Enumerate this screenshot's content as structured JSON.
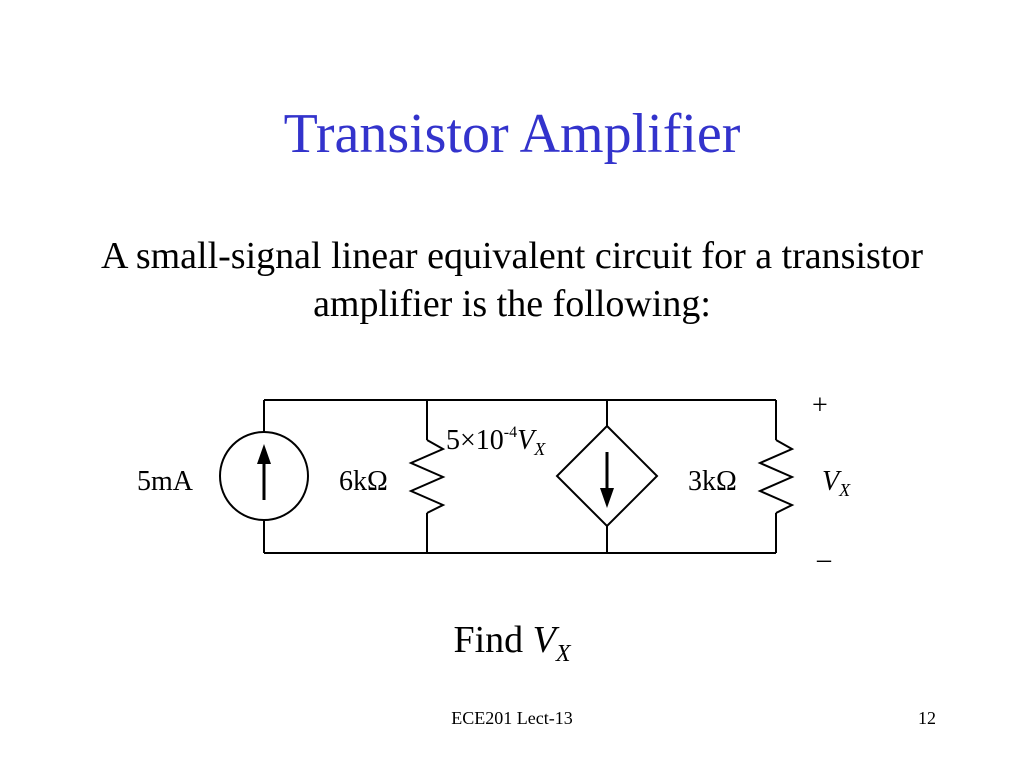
{
  "slide": {
    "title": "Transistor Amplifier",
    "intro": "A small-signal linear equivalent circuit for a transistor amplifier is the following:",
    "find_label": "Find",
    "find_var": "V",
    "find_sub": "X",
    "footer_center": "ECE201 Lect-13",
    "page_number": "12",
    "title_color": "#3333cc"
  },
  "circuit": {
    "current_source_label": "5mA",
    "resistor1_label": "6kΩ",
    "dependent_source_coeff": "5×10",
    "dependent_source_exp": "-4",
    "dependent_source_var": "V",
    "dependent_source_sub": "X",
    "resistor2_label": "3kΩ",
    "plus_sign": "+",
    "minus_sign": "–",
    "output_var": "V",
    "output_sub": "X"
  }
}
